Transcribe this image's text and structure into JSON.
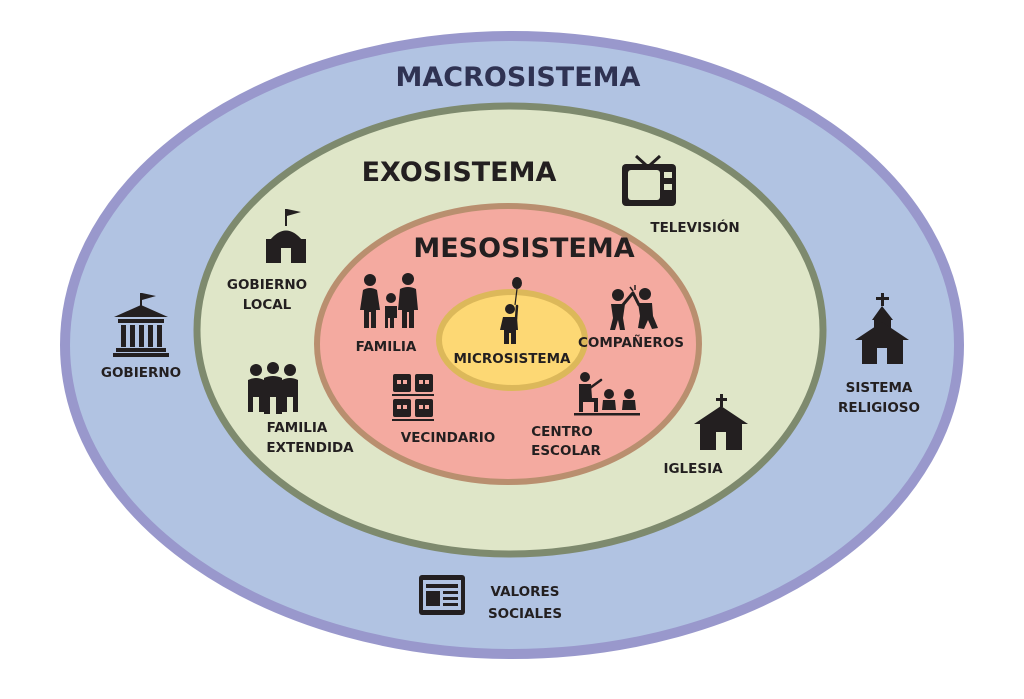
{
  "rings": {
    "macro": {
      "title": "MACROSISTEMA",
      "fill": "#b1c3e2",
      "stroke": "#9998cc"
    },
    "exo": {
      "title": "EXOSISTEMA",
      "fill": "#dfe6c8",
      "stroke": "#7e8a6e"
    },
    "meso": {
      "title": "MESOSISTEMA",
      "fill": "#f4aaa0",
      "stroke": "#b98f6f"
    },
    "micro": {
      "title": "MICROSISTEMA",
      "fill": "#fdd874",
      "stroke": "#dcb85a"
    }
  },
  "items": {
    "gobierno": {
      "label": "GOBIERNO",
      "icon": "government-building-icon"
    },
    "sistema_religioso": {
      "line1": "SISTEMA",
      "line2": "RELIGIOSO",
      "icon": "church-icon"
    },
    "valores_sociales": {
      "line1": "VALORES",
      "line2": "SOCIALES",
      "icon": "newspaper-icon"
    },
    "gobierno_local": {
      "line1": "GOBIERNO",
      "line2": "LOCAL",
      "icon": "town-hall-icon"
    },
    "familia_extendida": {
      "line1": "FAMILIA",
      "line2": "EXTENDIDA",
      "icon": "extended-family-icon"
    },
    "television": {
      "label": "TELEVISIÓN",
      "icon": "television-icon"
    },
    "iglesia": {
      "label": "IGLESIA",
      "icon": "chapel-icon"
    },
    "familia": {
      "label": "FAMILIA",
      "icon": "family-icon"
    },
    "companeros": {
      "label": "COMPAÑEROS",
      "icon": "classmates-icon"
    },
    "vecindario": {
      "label": "VECINDARIO",
      "icon": "houses-icon"
    },
    "centro_escolar": {
      "line1": "CENTRO",
      "line2": "ESCOLAR",
      "icon": "classroom-icon"
    },
    "microsistema_child": {
      "icon": "child-with-balloon-icon"
    }
  }
}
